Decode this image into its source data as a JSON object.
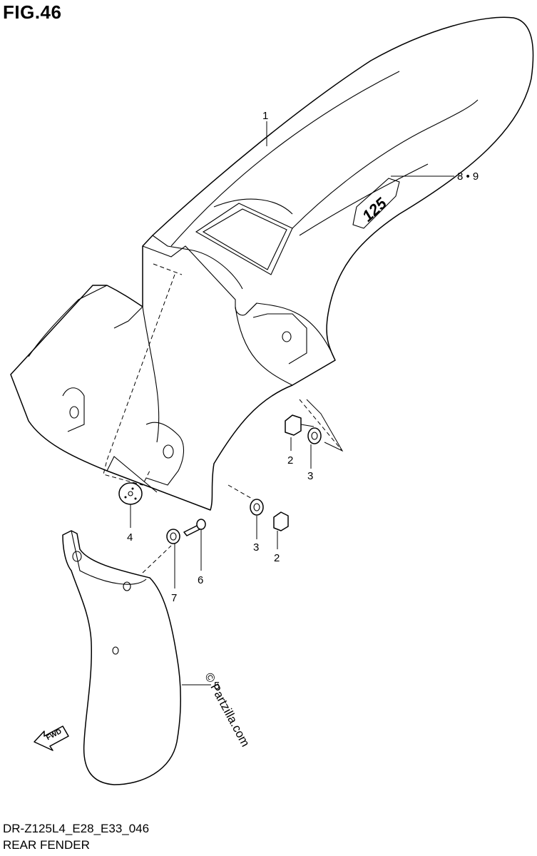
{
  "figure": {
    "title": "FIG.46",
    "code": "DR-Z125L4_E28_E33_046",
    "name": "REAR FENDER"
  },
  "watermark": "© Partzilla.com",
  "fwd_arrow_label": "FWD",
  "callouts": {
    "rear_fender": "1",
    "emblem": "8 • 9",
    "bolt_right": "2",
    "washer_right": "3",
    "grommet": "4",
    "washer_lower": "3",
    "bolt_lower": "2",
    "mudguard": "5",
    "screw": "6",
    "washer_mudguard": "7"
  },
  "emblem_text": "125"
}
